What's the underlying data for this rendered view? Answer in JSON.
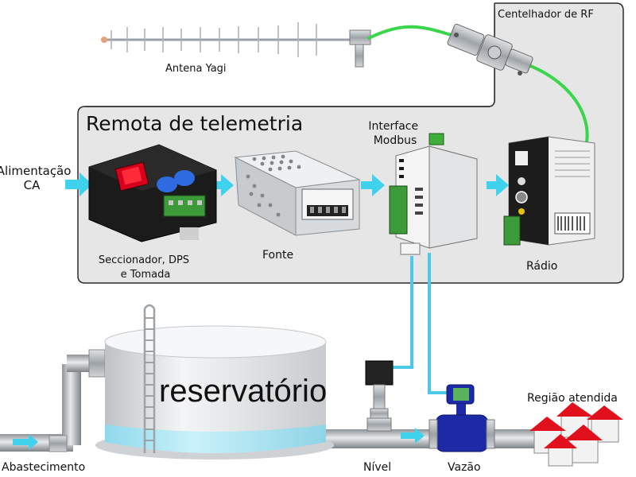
{
  "labels": {
    "panel_title": "Remota de telemetria",
    "rf_suppressor": "Centelhador de RF",
    "yagi_antenna": "Antena Yagi",
    "power_line1": "Alimentação",
    "power_line2": "CA",
    "disconnector_line1": "Seccionador, DPS",
    "disconnector_line2": "e Tomada",
    "power_supply": "Fonte",
    "modbus_line1": "Interface",
    "modbus_line2": "Modbus",
    "radio": "Rádio",
    "reservoir": "reservatório",
    "region": "Região atendida",
    "supply": "Abastecimento",
    "level": "Nível",
    "flow": "Vazão"
  },
  "colors": {
    "panel_bg": "#e6e6e6",
    "panel_border": "#2b2b2b",
    "arrow": "#3fd2ec",
    "green_cable": "#39d64b",
    "signal_cable": "#4cc9e8",
    "pipe": "#b9bdc1",
    "water": "#a9e6f4",
    "house_roof": "#e0101c",
    "meter_blue": "#1c2aa8"
  }
}
